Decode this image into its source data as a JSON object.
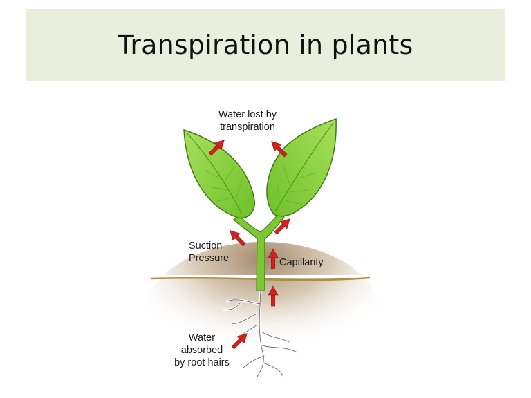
{
  "slide": {
    "title": "Transpiration in plants"
  },
  "diagram": {
    "labels": {
      "water_lost_line1": "Water lost by",
      "water_lost_line2": "transpiration",
      "suction_line1": "Suction",
      "suction_line2": "Pressure",
      "capillarity": "Capillarity",
      "absorbed_line1": "Water",
      "absorbed_line2": "absorbed",
      "absorbed_line3": "by root hairs"
    },
    "colors": {
      "leaf": "#8bd13a",
      "leaf_dark": "#5aa821",
      "arrow": "#d42020",
      "soil": "#a98c66",
      "soil_line": "#b08d3a",
      "title_bg": "#e9eedd"
    }
  }
}
